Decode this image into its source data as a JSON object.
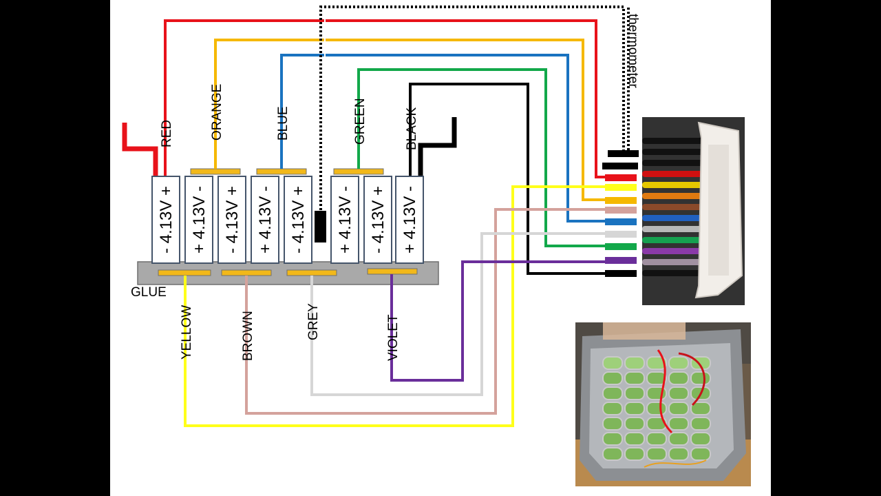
{
  "diagram": {
    "wire_labels": {
      "red": "RED",
      "orange": "ORANGE",
      "blue": "BLUE",
      "green": "GREEN",
      "black": "BLACK",
      "yellow": "YELLOW",
      "brown": "BROWN",
      "grey": "GREY",
      "violet": "VIOLET",
      "thermometer": "thermometer",
      "glue": "GLUE"
    },
    "cells": [
      "- 4.13V +",
      "+ 4.13V -",
      "- 4.13V +",
      "+ 4.13V -",
      "- 4.13V +",
      "+ 4.13V -",
      "- 4.13V +",
      "+ 4.13V -"
    ],
    "colors": {
      "red": "#e8121a",
      "orange": "#f5b800",
      "blue": "#1a73c0",
      "green": "#12a84a",
      "black": "#000000",
      "yellow": "#ffff1a",
      "brown": "#d4a29c",
      "grey": "#d6d6d6",
      "violet": "#6a2e9a",
      "base": "#a9a9a9",
      "tab": "#f2b81a"
    },
    "connector_pins": [
      "black",
      "black",
      "red",
      "yellow",
      "orange",
      "brown",
      "blue",
      "grey",
      "green",
      "violet",
      "black"
    ],
    "photos": {
      "connector": "balance-connector-photo",
      "battery": "battery-pack-photo"
    }
  }
}
